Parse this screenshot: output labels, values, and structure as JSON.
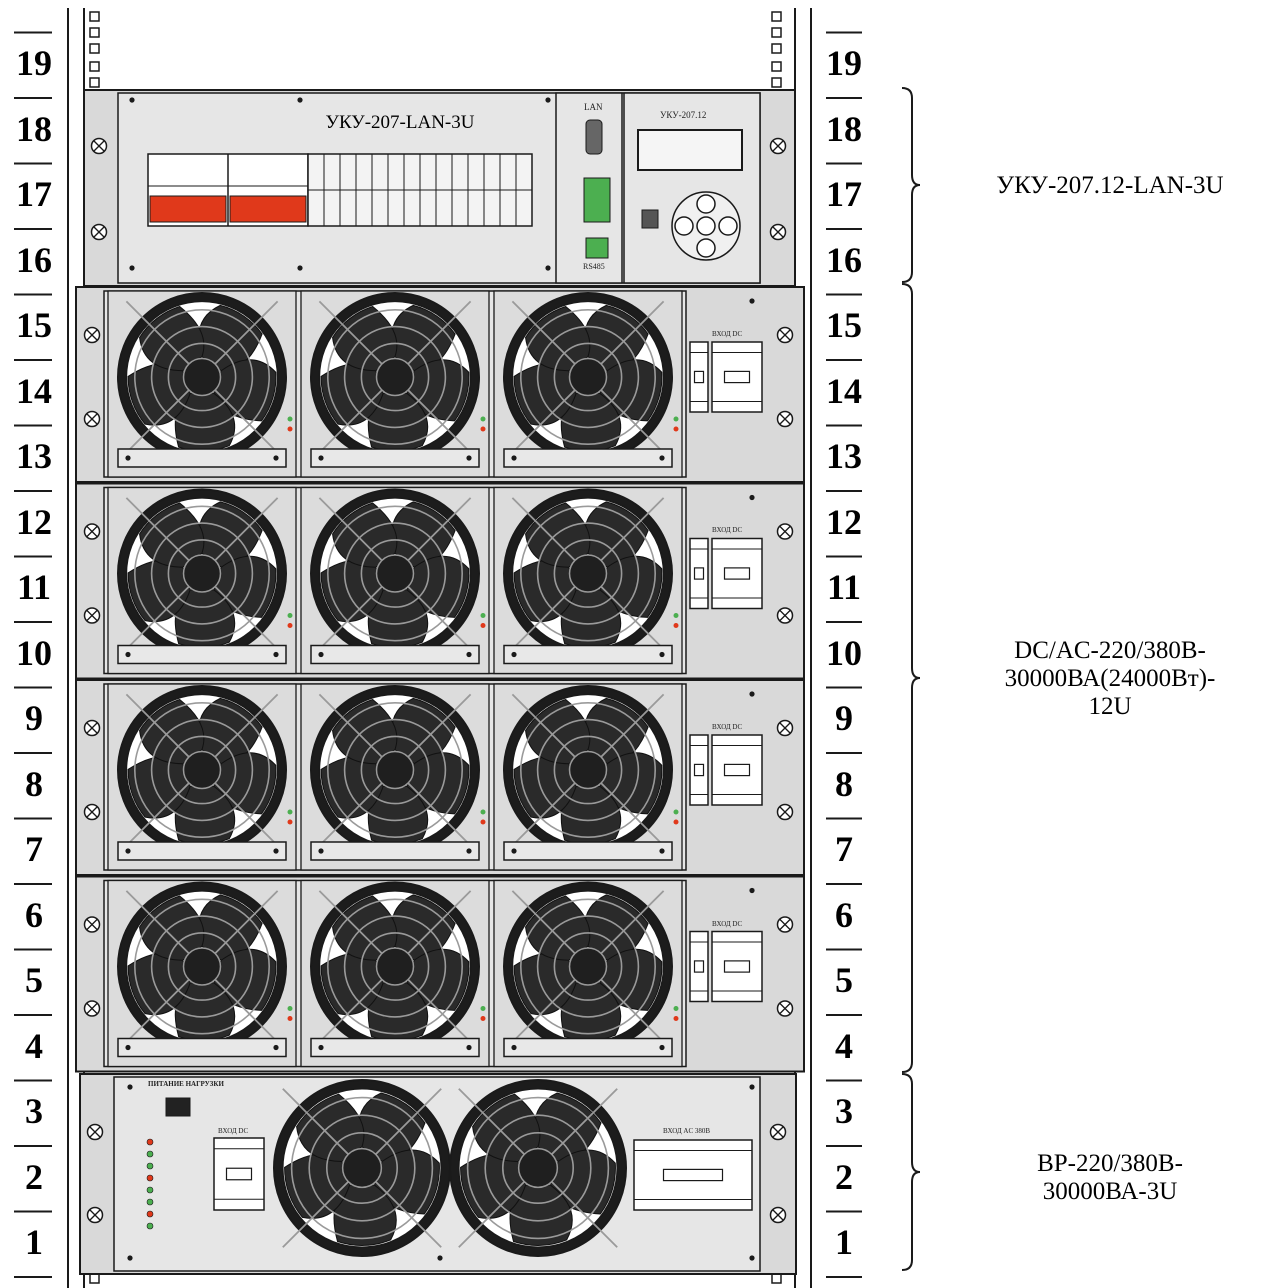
{
  "rack": {
    "unit_numbers": [
      "1",
      "2",
      "3",
      "4",
      "5",
      "6",
      "7",
      "8",
      "9",
      "10",
      "11",
      "12",
      "13",
      "14",
      "15",
      "16",
      "17",
      "18",
      "19"
    ]
  },
  "devices": {
    "controller": {
      "front_title": "УКУ-207-LAN-3U",
      "lan_label": "LAN",
      "rs485_label": "RS485",
      "module_title": "УКУ-207.12",
      "side_label": "УКУ-207.12-LAN-3U"
    },
    "inverter": {
      "module_breaker_label": "ВХОД DC",
      "side_label_lines": [
        "DC/AC-220/380В-",
        "30000ВА(24000Вт)-",
        "12U"
      ],
      "module_count": 4
    },
    "bypass": {
      "panel_title": "ПИТАНИЕ НАГРУЗКИ",
      "dc_input_label": "ВХОД DC",
      "ac_input_label": "ВХОД AC 380В",
      "side_label_lines": [
        "ВР-220/380В-",
        "30000ВА-3U"
      ]
    }
  },
  "colors": {
    "panel": "#d9d9d9",
    "line": "#1a1a1a",
    "breaker_red": "#e0391b",
    "led_green": "#4caf50"
  }
}
